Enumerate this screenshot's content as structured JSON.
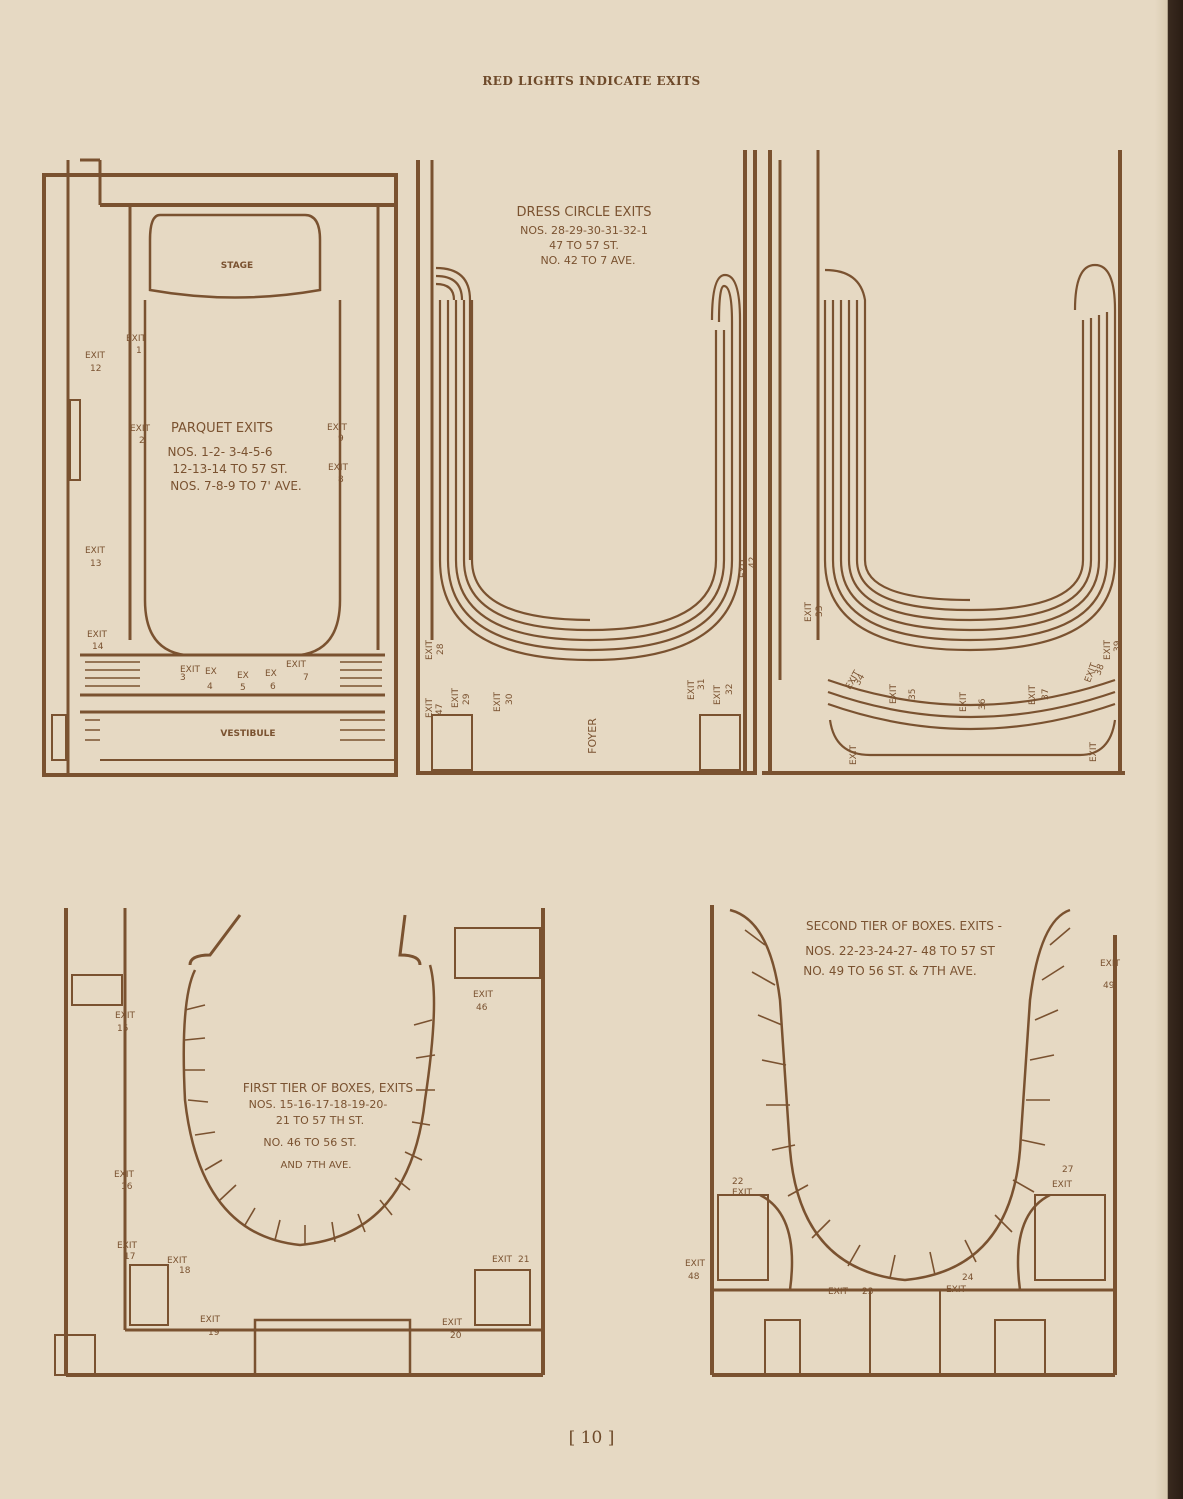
{
  "header": "RED LIGHTS INDICATE EXITS",
  "page_number": "[ 10 ]",
  "parquet": {
    "title": "PARQUET EXITS",
    "line1": "NOS. 1-2- 3-4-5-6",
    "line2": "12-13-14 TO 57 ST.",
    "line3": "NOS. 7-8-9 TO 7' AVE.",
    "stage": "STAGE",
    "vestibule": "VESTIBULE"
  },
  "dress_circle": {
    "title": "DRESS CIRCLE EXITS",
    "line1": "NOS. 28-29-30-31-32-1",
    "line2": "47 TO 57 ST.",
    "line3": "NO. 42 TO 7 AVE.",
    "foyer": "FOYER"
  },
  "first_tier": {
    "title": "FIRST TIER OF BOXES, EXITS",
    "line1": "NOS. 15-16-17-18-19-20-",
    "line2": "21 TO 57 TH ST.",
    "line3": "NO. 46 TO 56 ST.",
    "line4": "AND 7TH AVE."
  },
  "second_tier": {
    "title": "SECOND TIER OF BOXES. EXITS -",
    "line1": "NOS. 22-23-24-27- 48 TO 57 ST",
    "line2": "NO. 49 TO 56 ST. & 7TH AVE."
  },
  "exit_word": "EXIT",
  "ex_word": "EX",
  "exits": {
    "e1": "1",
    "e2": "2",
    "e3": "3",
    "e4": "4",
    "e5": "5",
    "e6": "6",
    "e7": "7",
    "e8": "8",
    "e9": "9",
    "e12": "12",
    "e13": "13",
    "e14": "14",
    "e15": "15",
    "e16": "16",
    "e17": "17",
    "e18": "18",
    "e19": "19",
    "e20": "20",
    "e21": "21",
    "e22": "22",
    "e23": "23",
    "e24": "24",
    "e27": "27",
    "e28": "28",
    "e29": "29",
    "e30": "30",
    "e31": "31",
    "e32": "32",
    "e33": "33",
    "e34": "34",
    "e35": "35",
    "e36": "36",
    "e37": "37",
    "e38": "38",
    "e39": "39",
    "e42": "42",
    "e46": "46",
    "e47": "47",
    "e48": "48",
    "e49": "49"
  },
  "colors": {
    "paper": "#e6d9c3",
    "ink": "#7a5230"
  }
}
